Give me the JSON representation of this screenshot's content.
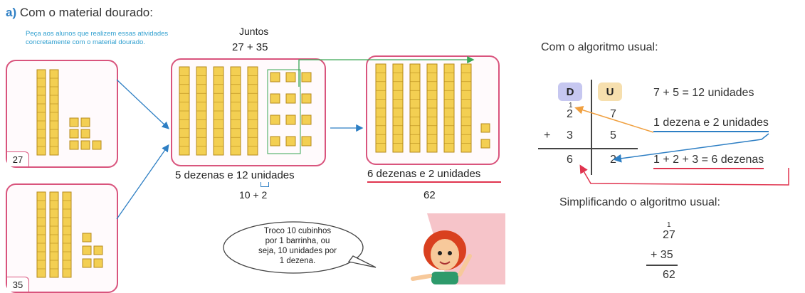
{
  "heading": {
    "letter": "a)",
    "text": "Com o material dourado:"
  },
  "teacher_note": {
    "line1": "Peça aos alunos que realizem essas atividades",
    "line2": "concretamente com o material dourado."
  },
  "juntos": {
    "label": "Juntos",
    "expr": "27 + 35"
  },
  "box27": {
    "label": "27"
  },
  "box35": {
    "label": "35"
  },
  "middle": {
    "caption_pre": "5 dezenas e ",
    "caption_num": "12",
    "caption_post": " unidades",
    "sub": "10 + 2"
  },
  "right": {
    "caption": "6 dezenas e 2 unidades",
    "result": "62"
  },
  "speech": {
    "line1": "Troco 10 cubinhos",
    "line2": "por 1 barrinha, ou",
    "line3": "seja, 10 unidades por",
    "line4": "1 dezena."
  },
  "algorithm": {
    "title": "Com o algoritmo usual:",
    "col_d": "D",
    "col_u": "U",
    "carry": "1",
    "d1": "2",
    "u1": "7",
    "plus": "+",
    "d2": "3",
    "u2": "5",
    "d_res": "6",
    "u_res": "2",
    "note1": "7 + 5 = 12 unidades",
    "note2": "1 dezena e 2 unidades",
    "note3": "1 + 2 + 3 = 6 dezenas",
    "simplified_title": "Simplificando o algoritmo usual:",
    "s_carry": "1",
    "s_line1": "27",
    "s_line2": "+ 35",
    "s_result": "62"
  },
  "colors": {
    "frame": "#d9547d",
    "block": "#f3cf52",
    "block_edge": "#b58a1b",
    "arrow_blue": "#2e7fc4",
    "arrow_green": "#3aa655",
    "arrow_orange": "#f0a040",
    "arrow_red": "#e0344f"
  }
}
